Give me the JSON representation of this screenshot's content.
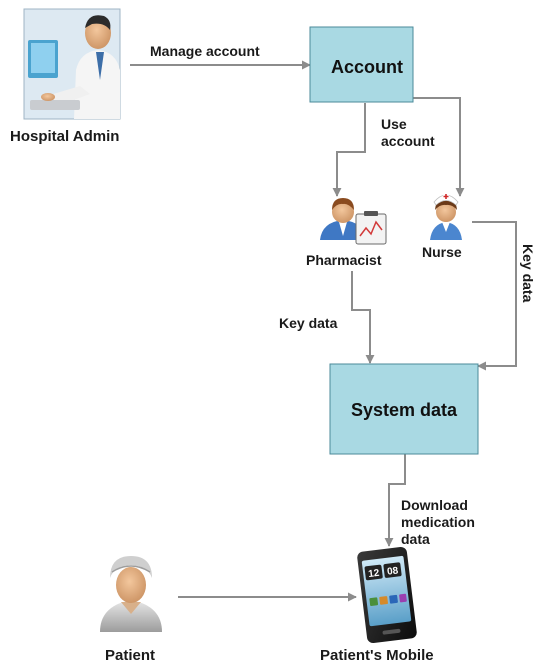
{
  "actors": {
    "hospital_admin": "Hospital Admin",
    "pharmacist": "Pharmacist",
    "nurse": "Nurse",
    "patient": "Patient",
    "patients_mobile": "Patient's Mobile"
  },
  "nodes": {
    "account": "Account",
    "system_data": "System data"
  },
  "edges": {
    "manage_account": "Manage account",
    "use_account_line1": "Use",
    "use_account_line2": "account",
    "key_data_left": "Key data",
    "key_data_right": "Key data",
    "download_line1": "Download",
    "download_line2": "medication",
    "download_line3": "data"
  },
  "phone": {
    "clock_hours": "12",
    "clock_minutes": "08"
  },
  "colors": {
    "box_fill": "#a9d9e3",
    "box_stroke": "#4b8a99",
    "arrow": "#8c8c8c",
    "text": "#111111"
  }
}
